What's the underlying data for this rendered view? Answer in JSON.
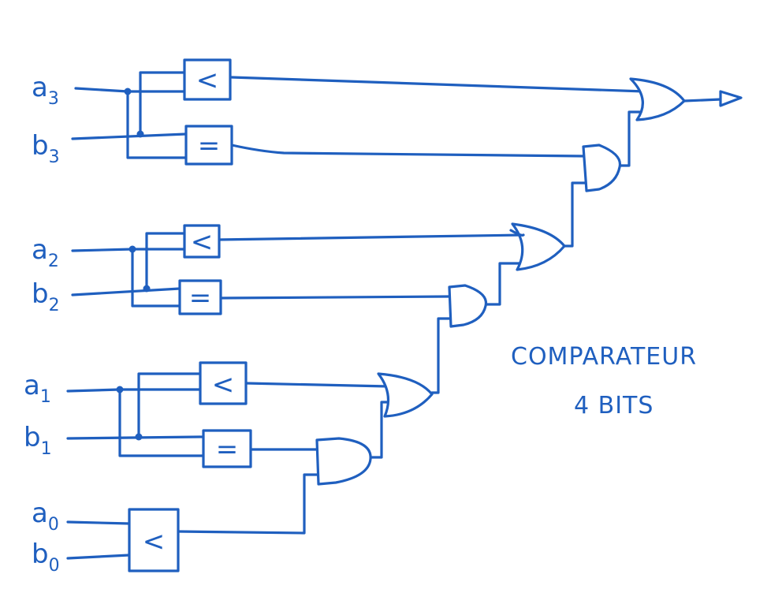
{
  "diagram": {
    "title_line1": "COMPARATEUR",
    "title_line2": "4 BITS",
    "ink_color": "#1f5fbf",
    "inputs": [
      {
        "letter": "a",
        "index": "3"
      },
      {
        "letter": "b",
        "index": "3"
      },
      {
        "letter": "a",
        "index": "2"
      },
      {
        "letter": "b",
        "index": "2"
      },
      {
        "letter": "a",
        "index": "1"
      },
      {
        "letter": "b",
        "index": "1"
      },
      {
        "letter": "a",
        "index": "0"
      },
      {
        "letter": "b",
        "index": "0"
      }
    ],
    "comparators": {
      "less_symbol": "<",
      "equal_symbol": "="
    }
  }
}
